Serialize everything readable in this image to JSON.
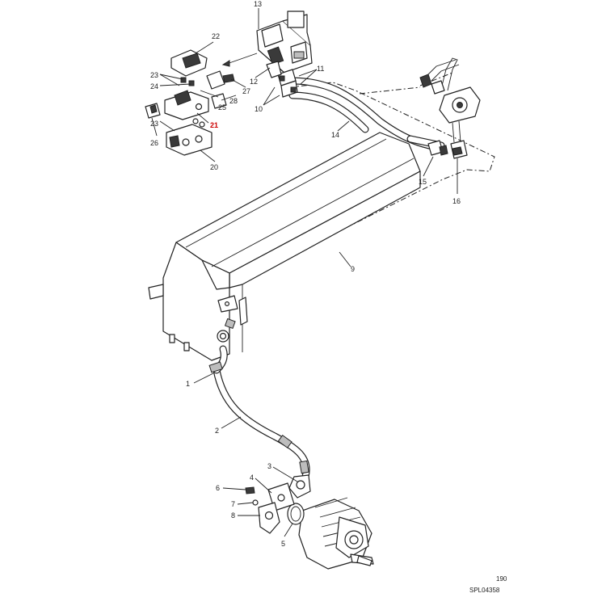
{
  "diagram": {
    "callouts": [
      "1",
      "2",
      "3",
      "4",
      "5",
      "6",
      "7",
      "8",
      "9",
      "10",
      "11",
      "12",
      "13",
      "14",
      "15",
      "16",
      "20",
      "21",
      "22",
      "23",
      "24",
      "25",
      "26",
      "27",
      "28"
    ],
    "highlighted_callout": "21",
    "highlight_color": "#cc0000",
    "line_color": "#222222"
  },
  "footer": {
    "page_number": "190",
    "drawing_code": "SPL04358"
  }
}
